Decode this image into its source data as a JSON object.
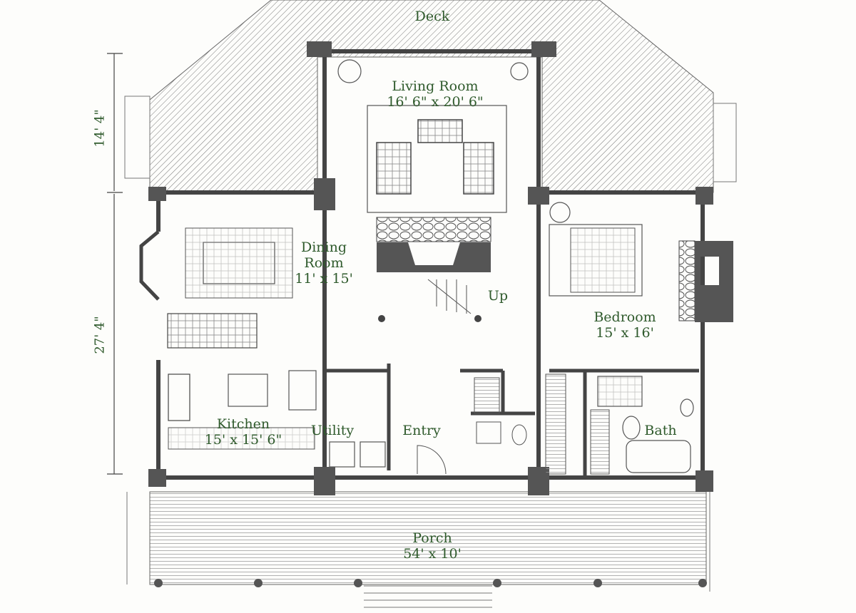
{
  "rooms": {
    "deck": {
      "name": "Deck"
    },
    "living_room": {
      "name": "Living Room",
      "dim": "16' 6\" x 20' 6\""
    },
    "dining_room": {
      "name_line1": "Dining",
      "name_line2": "Room",
      "dim": "11' x 15'"
    },
    "kitchen": {
      "name": "Kitchen",
      "dim": "15' x 15' 6\""
    },
    "utility": {
      "name": "Utility"
    },
    "entry": {
      "name": "Entry"
    },
    "bedroom": {
      "name": "Bedroom",
      "dim": "15' x 16'"
    },
    "bath": {
      "name": "Bath"
    },
    "porch": {
      "name": "Porch",
      "dim": "54' x 10'"
    }
  },
  "stairs_label": "Up",
  "dimensions": {
    "upper": "14' 4\"",
    "lower": "27' 4\""
  },
  "colors": {
    "wall": "#555555",
    "line": "#333333",
    "label": "#2f5a2c",
    "paper": "#fdfdfb"
  }
}
